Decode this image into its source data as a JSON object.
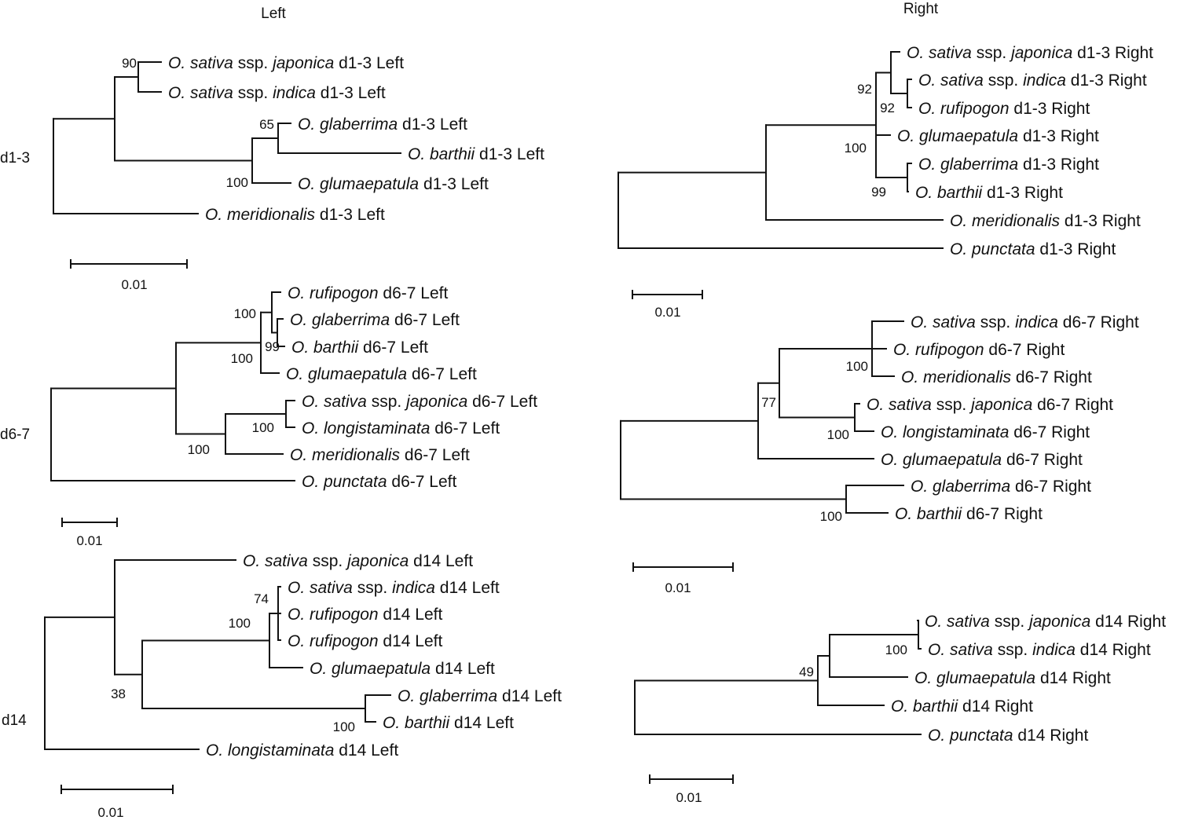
{
  "titles": {
    "left": "Left",
    "right": "Right"
  },
  "trees": [
    {
      "id": "d1-3-left",
      "region_label": "d1-3",
      "scale_label": "0.01",
      "taxa": [
        [
          {
            "t": "O. sativa",
            "i": true
          },
          {
            "t": " ssp. "
          },
          {
            "t": "japonica",
            "i": true
          },
          {
            "t": " d1-3 Left"
          }
        ],
        [
          {
            "t": "O. sativa",
            "i": true
          },
          {
            "t": " ssp. "
          },
          {
            "t": "indica",
            "i": true
          },
          {
            "t": " d1-3 Left"
          }
        ],
        [
          {
            "t": "O. glaberrima",
            "i": true
          },
          {
            "t": " d1-3 Left"
          }
        ],
        [
          {
            "t": "O. barthii",
            "i": true
          },
          {
            "t": " d1-3 Left"
          }
        ],
        [
          {
            "t": "O. glumaepatula",
            "i": true
          },
          {
            "t": " d1-3 Left"
          }
        ],
        [
          {
            "t": "O. meridionalis",
            "i": true
          },
          {
            "t": " d1-3 Left"
          }
        ]
      ],
      "bootstrap": [
        "90",
        "65",
        "100"
      ]
    },
    {
      "id": "d6-7-left",
      "region_label": "d6-7",
      "scale_label": "0.01",
      "taxa": [
        [
          {
            "t": "O. rufipogon",
            "i": true
          },
          {
            "t": " d6-7 Left"
          }
        ],
        [
          {
            "t": "O. glaberrima",
            "i": true
          },
          {
            "t": " d6-7 Left"
          }
        ],
        [
          {
            "t": "O. barthii",
            "i": true
          },
          {
            "t": " d6-7 Left"
          }
        ],
        [
          {
            "t": "O. glumaepatula",
            "i": true
          },
          {
            "t": " d6-7 Left"
          }
        ],
        [
          {
            "t": "O. sativa",
            "i": true
          },
          {
            "t": " ssp. "
          },
          {
            "t": "japonica",
            "i": true
          },
          {
            "t": " d6-7 Left"
          }
        ],
        [
          {
            "t": "O. longistaminata",
            "i": true
          },
          {
            "t": " d6-7 Left"
          }
        ],
        [
          {
            "t": "O. meridionalis",
            "i": true
          },
          {
            "t": " d6-7 Left"
          }
        ],
        [
          {
            "t": "O. punctata",
            "i": true
          },
          {
            "t": " d6-7 Left"
          }
        ]
      ],
      "bootstrap": [
        "100",
        "99",
        "100",
        "100",
        "100"
      ]
    },
    {
      "id": "d14-left",
      "region_label": "d14",
      "scale_label": "0.01",
      "taxa": [
        [
          {
            "t": "O. sativa",
            "i": true
          },
          {
            "t": " ssp. "
          },
          {
            "t": "japonica",
            "i": true
          },
          {
            "t": " d14 Left"
          }
        ],
        [
          {
            "t": "O. sativa",
            "i": true
          },
          {
            "t": " ssp. "
          },
          {
            "t": "indica",
            "i": true
          },
          {
            "t": " d14 Left"
          }
        ],
        [
          {
            "t": "O. rufipogon",
            "i": true
          },
          {
            "t": " d14 Left"
          }
        ],
        [
          {
            "t": "O. rufipogon",
            "i": true
          },
          {
            "t": " d14 Left"
          }
        ],
        [
          {
            "t": "O. glumaepatula",
            "i": true
          },
          {
            "t": " d14 Left"
          }
        ],
        [
          {
            "t": "O. glaberrima",
            "i": true
          },
          {
            "t": " d14 Left"
          }
        ],
        [
          {
            "t": "O. barthii",
            "i": true
          },
          {
            "t": " d14 Left"
          }
        ],
        [
          {
            "t": "O. longistaminata",
            "i": true
          },
          {
            "t": " d14 Left"
          }
        ]
      ],
      "bootstrap": [
        "74",
        "100",
        "38",
        "100"
      ]
    },
    {
      "id": "d1-3-right",
      "region_label": "",
      "scale_label": "0.01",
      "taxa": [
        [
          {
            "t": "O. sativa",
            "i": true
          },
          {
            "t": " ssp. "
          },
          {
            "t": "japonica",
            "i": true
          },
          {
            "t": " d1-3 Right"
          }
        ],
        [
          {
            "t": "O. sativa",
            "i": true
          },
          {
            "t": " ssp. "
          },
          {
            "t": "indica",
            "i": true
          },
          {
            "t": " d1-3 Right"
          }
        ],
        [
          {
            "t": "O. rufipogon",
            "i": true
          },
          {
            "t": " d1-3 Right"
          }
        ],
        [
          {
            "t": "O. glumaepatula",
            "i": true
          },
          {
            "t": " d1-3 Right"
          }
        ],
        [
          {
            "t": "O. glaberrima",
            "i": true
          },
          {
            "t": " d1-3 Right"
          }
        ],
        [
          {
            "t": "O. barthii",
            "i": true
          },
          {
            "t": " d1-3 Right"
          }
        ],
        [
          {
            "t": "O. meridionalis",
            "i": true
          },
          {
            "t": " d1-3 Right"
          }
        ],
        [
          {
            "t": "O. punctata",
            "i": true
          },
          {
            "t": " d1-3 Right"
          }
        ]
      ],
      "bootstrap": [
        "92",
        "92",
        "100",
        "99"
      ]
    },
    {
      "id": "d6-7-right",
      "region_label": "",
      "scale_label": "0.01",
      "taxa": [
        [
          {
            "t": "O. sativa",
            "i": true
          },
          {
            "t": " ssp. "
          },
          {
            "t": "indica",
            "i": true
          },
          {
            "t": " d6-7 Right"
          }
        ],
        [
          {
            "t": "O. rufipogon",
            "i": true
          },
          {
            "t": " d6-7 Right"
          }
        ],
        [
          {
            "t": "O. meridionalis",
            "i": true
          },
          {
            "t": " d6-7 Right"
          }
        ],
        [
          {
            "t": "O. sativa",
            "i": true
          },
          {
            "t": " ssp. "
          },
          {
            "t": "japonica",
            "i": true
          },
          {
            "t": " d6-7 Right"
          }
        ],
        [
          {
            "t": "O. longistaminata",
            "i": true
          },
          {
            "t": " d6-7 Right"
          }
        ],
        [
          {
            "t": "O. glumaepatula",
            "i": true
          },
          {
            "t": " d6-7 Right"
          }
        ],
        [
          {
            "t": "O. glaberrima",
            "i": true
          },
          {
            "t": " d6-7 Right"
          }
        ],
        [
          {
            "t": "O. barthii",
            "i": true
          },
          {
            "t": " d6-7 Right"
          }
        ]
      ],
      "bootstrap": [
        "100",
        "77",
        "100",
        "100"
      ]
    },
    {
      "id": "d14-right",
      "region_label": "",
      "scale_label": "0.01",
      "taxa": [
        [
          {
            "t": "O. sativa",
            "i": true
          },
          {
            "t": " ssp. "
          },
          {
            "t": "japonica",
            "i": true
          },
          {
            "t": " d14 Right"
          }
        ],
        [
          {
            "t": "O. sativa",
            "i": true
          },
          {
            "t": " ssp. "
          },
          {
            "t": "indica",
            "i": true
          },
          {
            "t": " d14 Right"
          }
        ],
        [
          {
            "t": "O. glumaepatula",
            "i": true
          },
          {
            "t": " d14 Right"
          }
        ],
        [
          {
            "t": "O. barthii",
            "i": true
          },
          {
            "t": " d14 Right"
          }
        ],
        [
          {
            "t": "O. punctata",
            "i": true
          },
          {
            "t": " d14 Right"
          }
        ]
      ],
      "bootstrap": [
        "100",
        "49"
      ]
    }
  ]
}
